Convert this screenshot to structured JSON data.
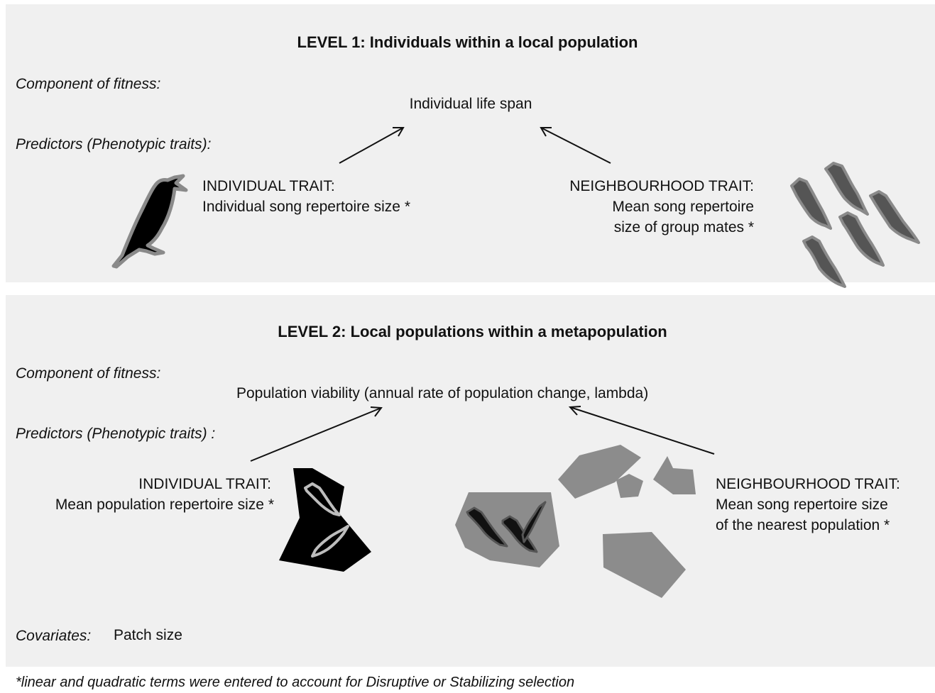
{
  "level1": {
    "title": "LEVEL 1: Individuals within a local population",
    "component_label": "Component of fitness:",
    "fitness": "Individual life span",
    "predictors_label": "Predictors  (Phenotypic traits):",
    "individual_trait": {
      "heading": "INDIVIDUAL TRAIT:",
      "desc": "Individual song repertoire size *"
    },
    "neighbourhood_trait": {
      "heading": "NEIGHBOURHOOD TRAIT:",
      "desc_line1": "Mean song repertoire",
      "desc_line2": "size of group mates *"
    }
  },
  "level2": {
    "title": "LEVEL 2: Local populations within a metapopulation",
    "component_label": "Component of fitness:",
    "fitness": "Population  viability (annual rate of population change, lambda)",
    "predictors_label": "Predictors (Phenotypic traits) :",
    "individual_trait": {
      "heading": "INDIVIDUAL TRAIT:",
      "desc": "Mean population repertoire size *"
    },
    "neighbourhood_trait": {
      "heading": "NEIGHBOURHOOD TRAIT:",
      "desc_line1": "Mean  song repertoire size",
      "desc_line2": "of the nearest population *"
    },
    "covariates_label": "Covariates:",
    "covariates_value": "Patch size"
  },
  "footnote": "*linear and quadratic terms were entered to account for Disruptive or Stabilizing selection",
  "colors": {
    "panel": "#f0f0f0",
    "bird_dark": "#000000",
    "bird_outline": "#8a8a8a",
    "group_bird": "#555555",
    "patch_focal": "#000000",
    "patch_other": "#8c8c8c"
  }
}
